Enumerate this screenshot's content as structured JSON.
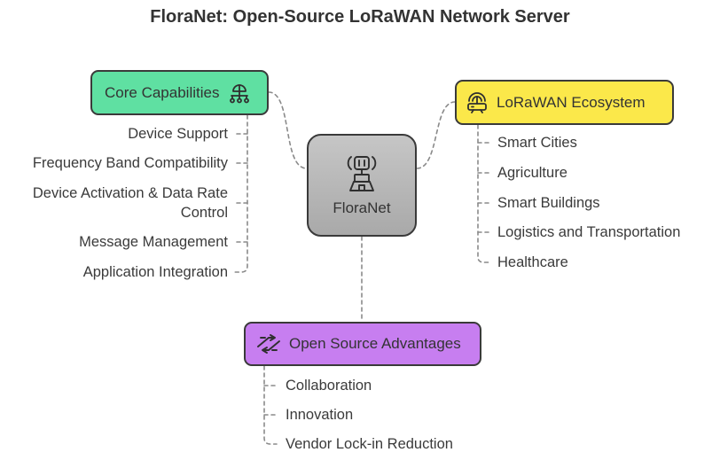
{
  "title": "FloraNet: Open-Source LoRaWAN Network Server",
  "colors": {
    "core_capabilities": "#5fe0a2",
    "lorawan_ecosystem": "#fbe84a",
    "open_source_advantages": "#c77ef0",
    "center": "#b8b8b8",
    "connector": "#8a8a8a",
    "border": "#3a3a3a"
  },
  "center": {
    "label": "FloraNet",
    "icon": "robot-antenna-icon"
  },
  "core_capabilities": {
    "label": "Core Capabilities",
    "icon": "network-hub-icon",
    "items": [
      "Device Support",
      "Frequency Band Compatibility",
      "Device Activation & Data Rate Control",
      "Message Management",
      "Application Integration"
    ]
  },
  "lorawan_ecosystem": {
    "label": "LoRaWAN Ecosystem",
    "icon": "signal-router-icon",
    "items": [
      "Smart Cities",
      "Agriculture",
      "Smart Buildings",
      "Logistics and Transportation",
      "Healthcare"
    ]
  },
  "open_source_advantages": {
    "label": "Open Source Advantages",
    "icon": "exchange-arrows-icon",
    "items": [
      "Collaboration",
      "Innovation",
      "Vendor Lock-in Reduction"
    ]
  }
}
